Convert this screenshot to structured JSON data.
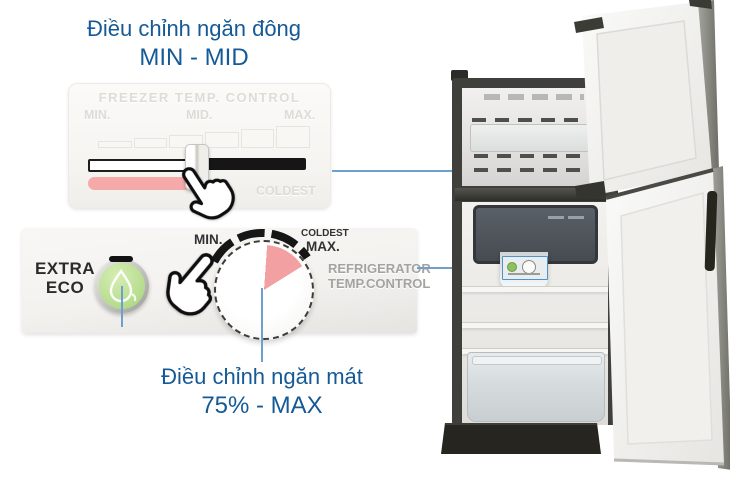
{
  "annotations": {
    "freezer": {
      "line1": "Điều chỉnh ngăn đông",
      "line2": "MIN - MID"
    },
    "fridge": {
      "line1": "Điều chỉnh ngăn mát",
      "line2": "75% - MAX"
    }
  },
  "freezer_panel": {
    "title": "FREEZER TEMP. CONTROL",
    "min": "MIN.",
    "mid": "MID.",
    "max": "MAX.",
    "coldest": "COLDEST"
  },
  "fridge_panel": {
    "eco_line1": "EXTRA",
    "eco_line2": "ECO",
    "min": "MIN.",
    "coldest": "COLDEST",
    "max": "MAX.",
    "title_line1": "REFRIGERATOR",
    "title_line2": "TEMP.CONTROL"
  },
  "colors": {
    "annotation_blue": "#155a96",
    "connector_blue": "#6f9fce",
    "highlight_pink": "#f5a9a9",
    "dial_wedge_pink": "#f2a0a2",
    "eco_green": "#b5dc8e",
    "slider_black": "#161616"
  }
}
